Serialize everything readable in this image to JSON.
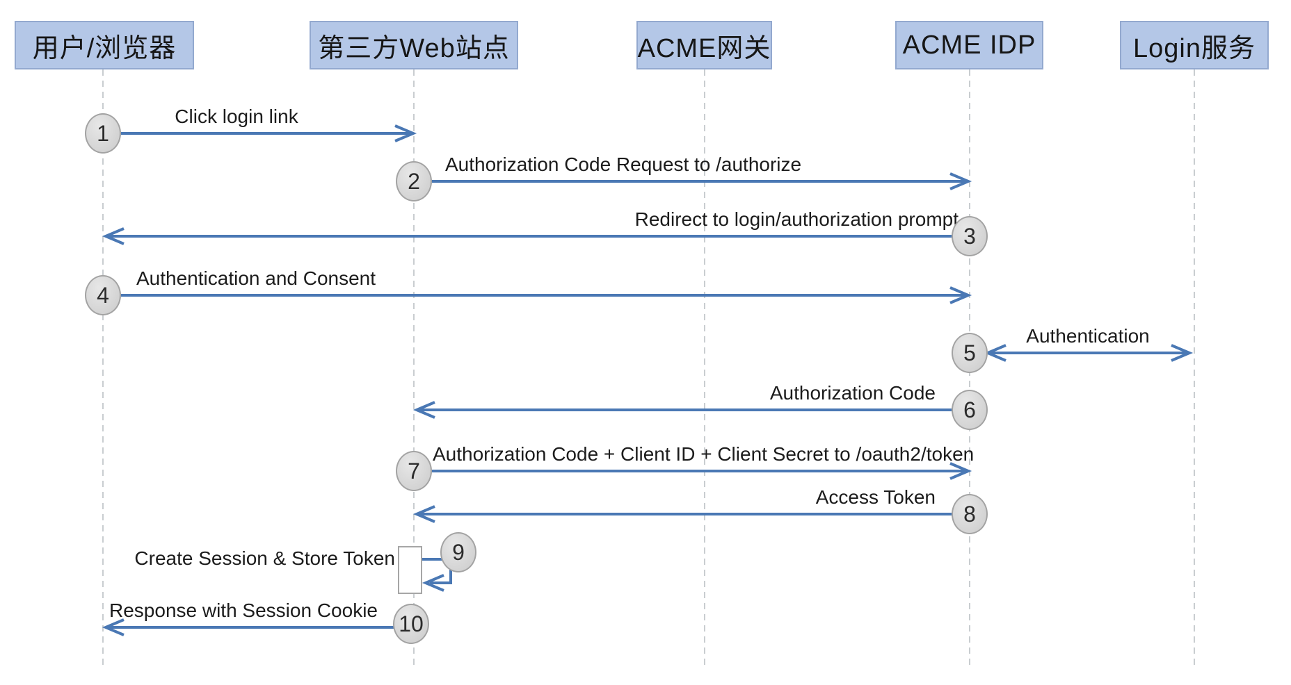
{
  "diagram": {
    "type": "sequence-diagram",
    "participants": [
      {
        "label": "用户/浏览器"
      },
      {
        "label": "第三方Web站点"
      },
      {
        "label": "ACME网关"
      },
      {
        "label": "ACME IDP"
      },
      {
        "label": "Login服务"
      }
    ],
    "messages": [
      {
        "step": "1",
        "label": "Click login link",
        "from": "用户/浏览器",
        "to": "第三方Web站点",
        "arrow": "right"
      },
      {
        "step": "2",
        "label": "Authorization Code Request to /authorize",
        "from": "第三方Web站点",
        "to": "ACME IDP",
        "arrow": "right"
      },
      {
        "step": "3",
        "label": "Redirect to login/authorization prompt",
        "from": "ACME IDP",
        "to": "用户/浏览器",
        "arrow": "left"
      },
      {
        "step": "4",
        "label": "Authentication and Consent",
        "from": "用户/浏览器",
        "to": "ACME IDP",
        "arrow": "right"
      },
      {
        "step": "5",
        "label": "Authentication",
        "from": "ACME IDP",
        "to": "Login服务",
        "arrow": "both"
      },
      {
        "step": "6",
        "label": "Authorization Code",
        "from": "ACME IDP",
        "to": "第三方Web站点",
        "arrow": "left"
      },
      {
        "step": "7",
        "label": "Authorization Code + Client ID + Client Secret to /oauth2/token",
        "from": "第三方Web站点",
        "to": "ACME IDP",
        "arrow": "right"
      },
      {
        "step": "8",
        "label": "Access Token",
        "from": "ACME IDP",
        "to": "第三方Web站点",
        "arrow": "left"
      },
      {
        "step": "9",
        "label": "Create Session & Store Token",
        "from": "第三方Web站点",
        "to": "第三方Web站点",
        "arrow": "self"
      },
      {
        "step": "10",
        "label": "Response with Session Cookie",
        "from": "第三方Web站点",
        "to": "用户/浏览器",
        "arrow": "left"
      }
    ],
    "colors": {
      "participant_fill": "#b4c7e7",
      "participant_border": "#93a9cf",
      "arrow": "#4a78b4",
      "lifeline": "#c9cdd0",
      "circle_fill": "#d9d9d9",
      "circle_border": "#a3a3a3",
      "text": "#1c1c1c"
    }
  }
}
